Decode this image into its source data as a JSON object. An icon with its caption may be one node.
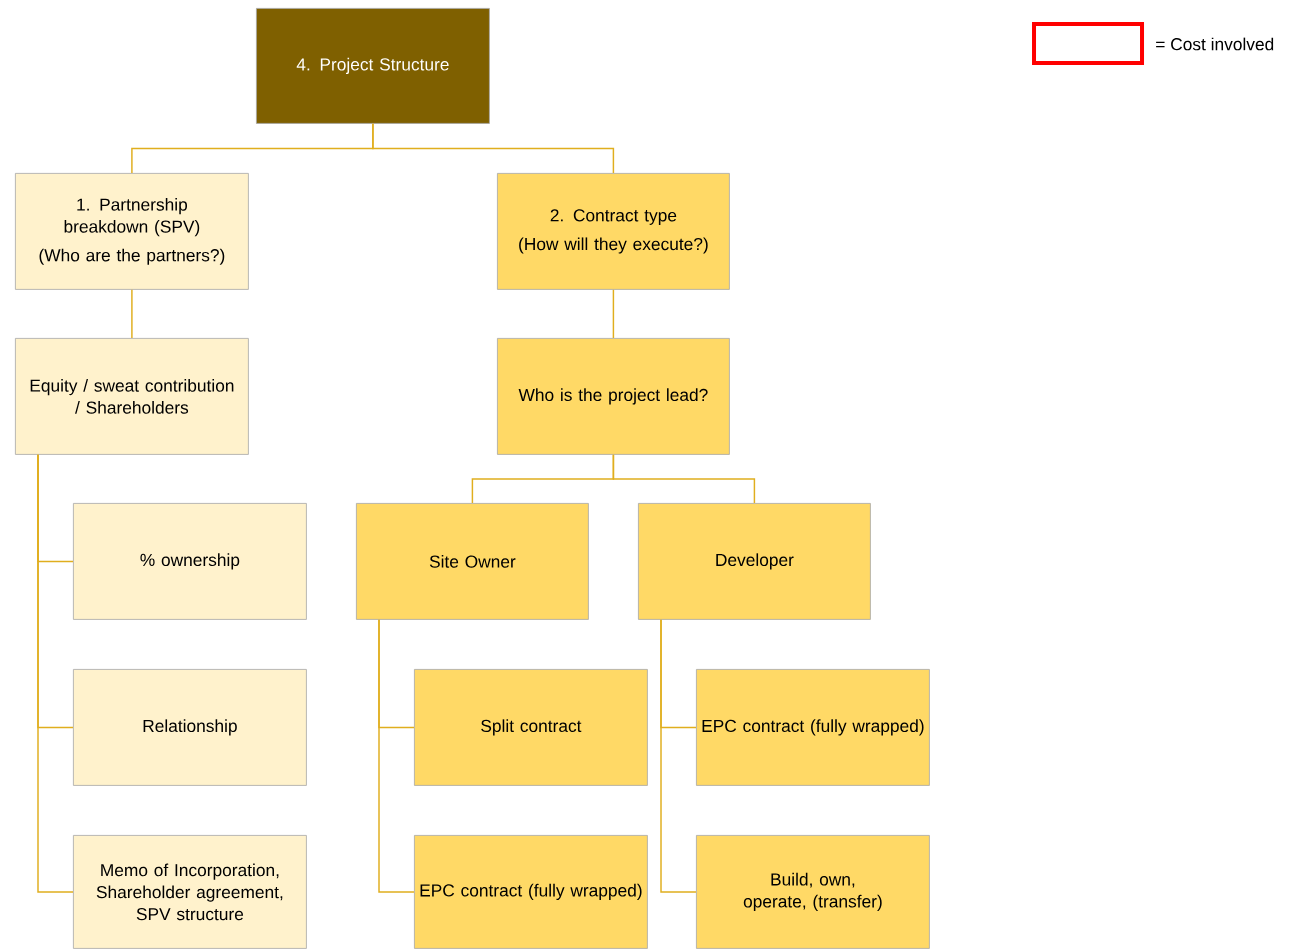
{
  "diagram": {
    "nodes": [
      {
        "text": [
          "4. Project Structure"
        ]
      },
      {
        "text": [
          "1. Partnership breakdown (SPV)",
          "(Who are the partners?)"
        ]
      },
      {
        "text": [
          "2. Contract type",
          "(How will they execute?)"
        ]
      },
      {
        "text": [
          "Equity / sweat contribution / Shareholders"
        ]
      },
      {
        "text": [
          "Who is the project lead?"
        ]
      },
      {
        "text": [
          "% ownership"
        ]
      },
      {
        "text": [
          "Relationship"
        ]
      },
      {
        "text": [
          "Memo of Incorporation, Shareholder agreement, SPV structure"
        ]
      },
      {
        "text": [
          "Site Owner"
        ]
      },
      {
        "text": [
          "Developer"
        ]
      },
      {
        "text": [
          "Split contract"
        ]
      },
      {
        "text": [
          "EPC contract (fully wrapped)"
        ]
      },
      {
        "text": [
          "EPC contract (fully wrapped)"
        ]
      },
      {
        "text": [
          "Build, own, operate, (transfer)"
        ]
      }
    ],
    "edges": [
      {
        "from": 0,
        "to": 1,
        "arrow": "none"
      },
      {
        "from": 0,
        "to": 2,
        "arrow": "none"
      },
      {
        "from": 1,
        "to": 3,
        "arrow": "none"
      },
      {
        "from": 2,
        "to": 4,
        "arrow": "none"
      },
      {
        "from": 3,
        "to": 5,
        "arrow": "none"
      },
      {
        "from": 3,
        "to": 6,
        "arrow": "none"
      },
      {
        "from": 3,
        "to": 7,
        "arrow": "none"
      },
      {
        "from": 4,
        "to": 8,
        "arrow": "none"
      },
      {
        "from": 4,
        "to": 9,
        "arrow": "none"
      },
      {
        "from": 8,
        "to": 10,
        "arrow": "none"
      },
      {
        "from": 8,
        "to": 11,
        "arrow": "none"
      },
      {
        "from": 9,
        "to": 12,
        "arrow": "none"
      },
      {
        "from": 9,
        "to": 13,
        "arrow": "none"
      }
    ],
    "legend": [
      {
        "text": "= Cost involved"
      }
    ]
  }
}
